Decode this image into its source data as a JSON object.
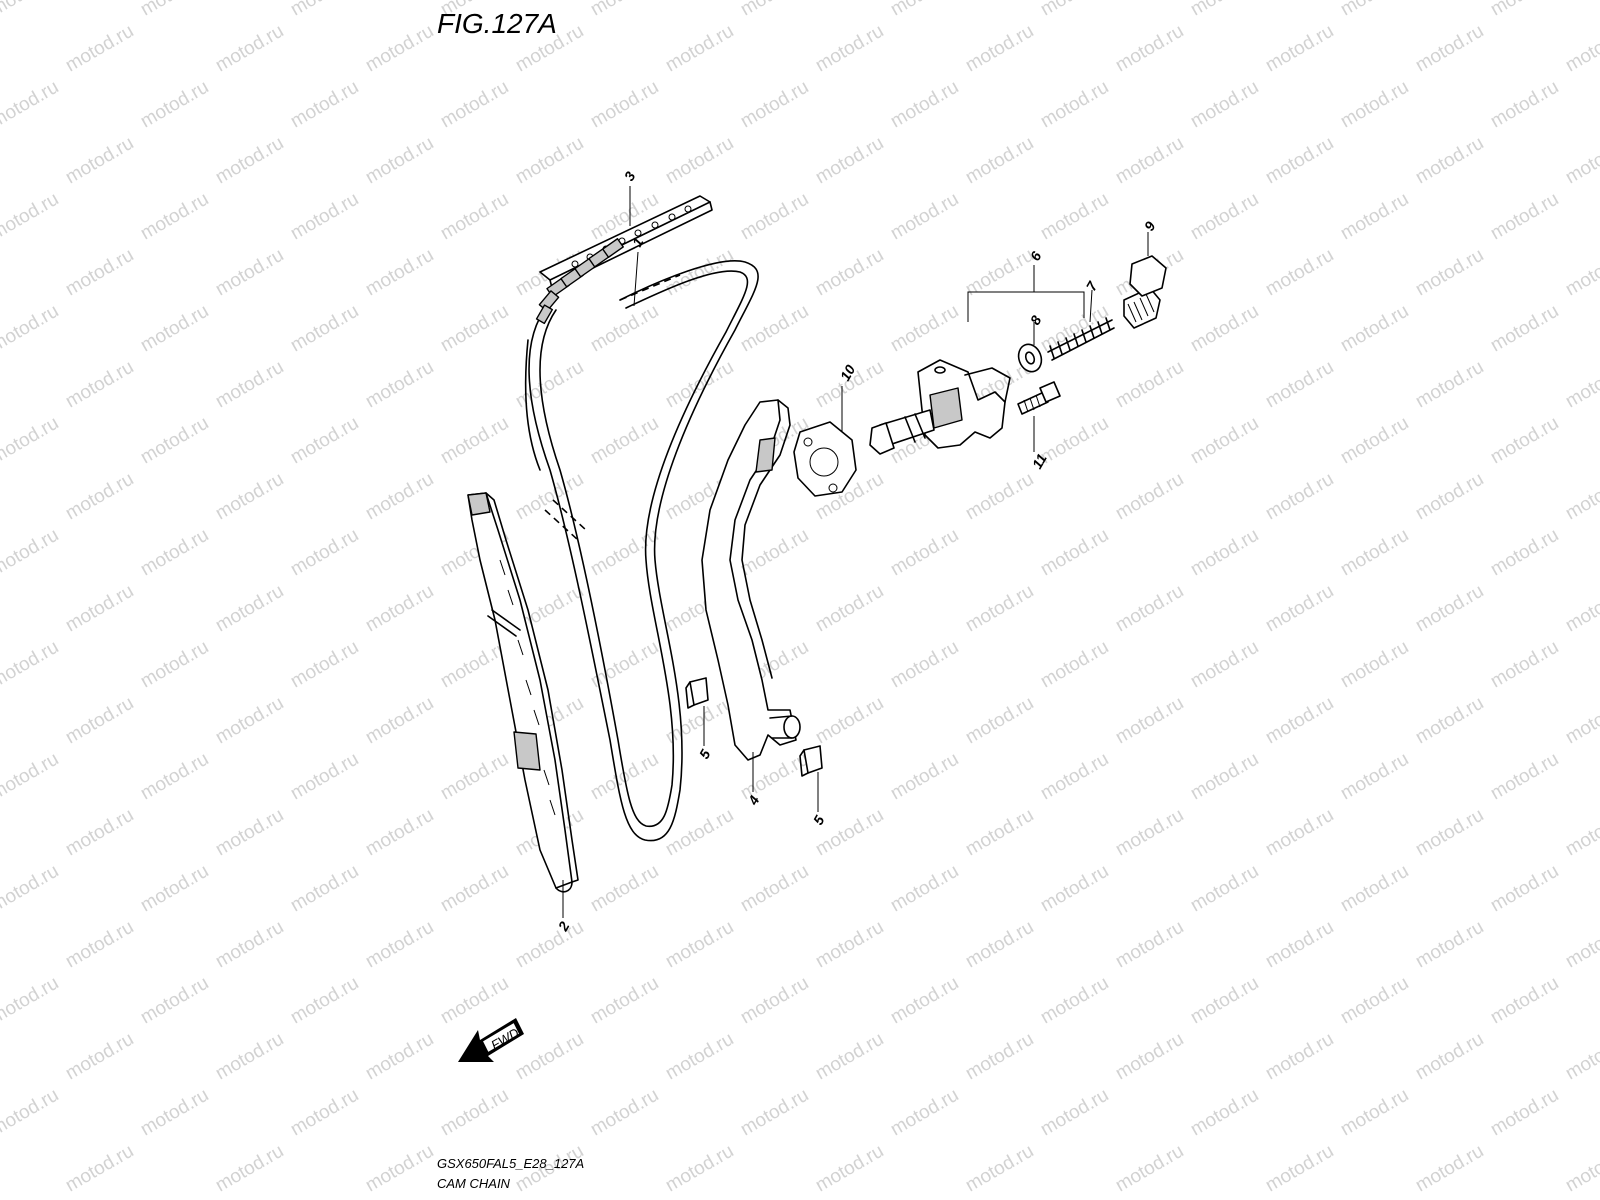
{
  "figure": {
    "title": "FIG.127A",
    "code": "GSX650FAL5_E28_127A",
    "caption": "CAM CHAIN"
  },
  "watermark": {
    "text": "motod.ru"
  },
  "direction_badge": {
    "label": "FWD"
  },
  "callouts": [
    {
      "id": "c1",
      "label": "1"
    },
    {
      "id": "c2",
      "label": "2"
    },
    {
      "id": "c3",
      "label": "3"
    },
    {
      "id": "c4",
      "label": "4"
    },
    {
      "id": "c5a",
      "label": "5"
    },
    {
      "id": "c5b",
      "label": "5"
    },
    {
      "id": "c6",
      "label": "6"
    },
    {
      "id": "c7",
      "label": "7"
    },
    {
      "id": "c8",
      "label": "8"
    },
    {
      "id": "c9",
      "label": "9"
    },
    {
      "id": "c10",
      "label": "10"
    },
    {
      "id": "c11",
      "label": "11"
    }
  ]
}
